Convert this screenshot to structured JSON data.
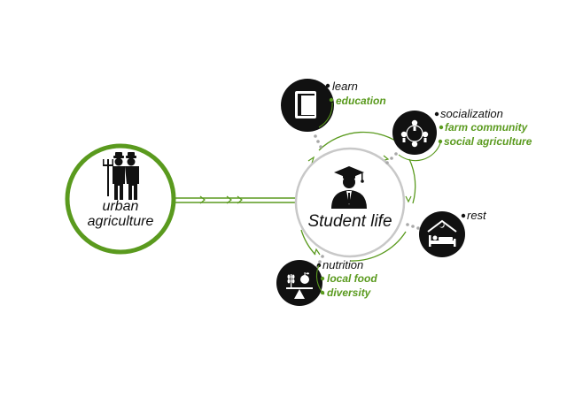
{
  "source": {
    "line1": "urban",
    "line2": "agriculture",
    "icon": "farmers-with-pitchfork-icon"
  },
  "center": {
    "label": "Student life",
    "icon": "graduate-student-icon"
  },
  "nodes": {
    "learn": {
      "label": "learn",
      "items": [
        "education"
      ],
      "icon": "book-icon"
    },
    "socialization": {
      "label": "socialization",
      "items": [
        "farm community",
        "social agriculture"
      ],
      "icon": "people-network-icon"
    },
    "rest": {
      "label": "rest",
      "items": [],
      "icon": "bed-icon"
    },
    "nutrition": {
      "label": "nutrition",
      "items": [
        "local food",
        "diversity"
      ],
      "icon": "food-scale-icon"
    }
  },
  "colors": {
    "accent_green": "#5a9a1e",
    "dark": "#111111",
    "gray_dots": "#a8a8a8",
    "center_ring": "#c8c8c8"
  }
}
